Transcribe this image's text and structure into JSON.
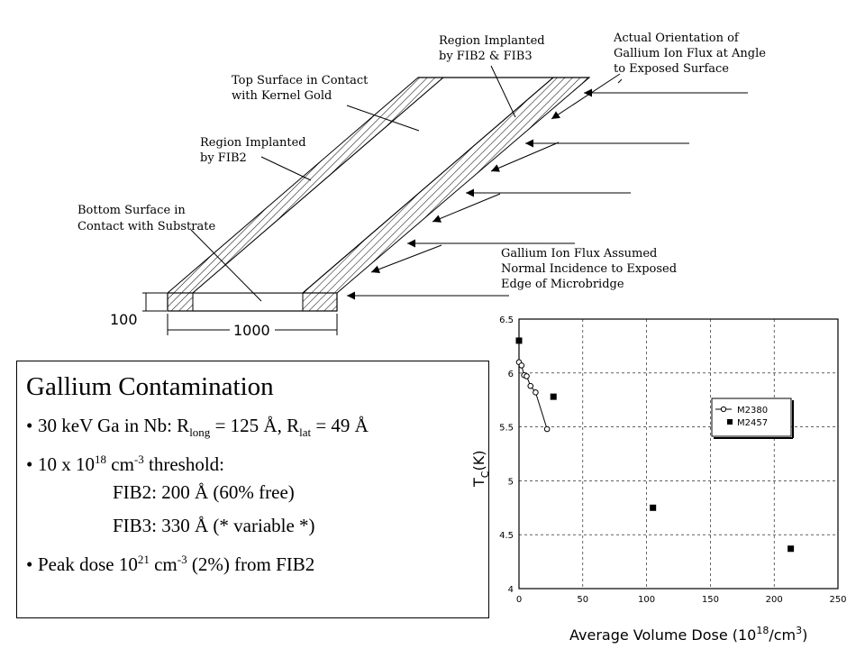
{
  "diagram": {
    "labels": {
      "region_fib2_fib3_l1": "Region Implanted",
      "region_fib2_fib3_l2": "by FIB2 & FIB3",
      "actual_orientation_l1": "Actual Orientation of",
      "actual_orientation_l2": "Gallium Ion Flux at Angle",
      "actual_orientation_l3": "to Exposed Surface",
      "top_surface_l1": "Top Surface in Contact",
      "top_surface_l2": "with Kernel Gold",
      "region_fib2_l1": "Region Implanted",
      "region_fib2_l2": "by FIB2",
      "bottom_surface_l1": "Bottom Surface in",
      "bottom_surface_l2": "Contact with Substrate",
      "normal_flux_l1": "Gallium Ion Flux Assumed",
      "normal_flux_l2": "Normal Incidence to Exposed",
      "normal_flux_l3": "Edge of Microbridge",
      "dim_height": "100",
      "dim_width": "1000"
    }
  },
  "infobox": {
    "title": "Gallium Contamination",
    "l1_pre": "30 keV Ga in Nb: R",
    "l1_sub1": "long",
    "l1_mid": " = 125 Å, R",
    "l1_sub2": "lat",
    "l1_post": " = 49 Å",
    "l2_pre": "10 x 10",
    "l2_sup1": "18",
    "l2_mid": " cm",
    "l2_sup2": "-3",
    "l2_post": " threshold:",
    "l3": "FIB2: 200 Å (60% free)",
    "l4": "FIB3: 330 Å (* variable *)",
    "l5_pre": "Peak dose 10",
    "l5_sup1": "21",
    "l5_mid": " cm",
    "l5_sup2": "-3",
    "l5_post": " (2%) from FIB2",
    "bullet": "•"
  },
  "chart_data": {
    "type": "scatter",
    "xlabel_main": "Average Volume Dose (10",
    "xlabel_sup": "18",
    "xlabel_end": "/cm",
    "xlabel_sup2": "3",
    "xlabel_close": ")",
    "ylabel_main": "T",
    "ylabel_sub": "C",
    "ylabel_unit": "(K)",
    "xlim": [
      0,
      250
    ],
    "ylim": [
      4,
      6.5
    ],
    "xticks": [
      "0",
      "50",
      "100",
      "150",
      "200",
      "250"
    ],
    "yticks": [
      "4",
      "4.5",
      "5",
      "5.5",
      "6",
      "6.5"
    ],
    "legend_position": "right",
    "series": [
      {
        "name": "M2380",
        "marker": "open-circle-line",
        "x": [
          0,
          2,
          4,
          6,
          9,
          13,
          22
        ],
        "y": [
          6.1,
          6.07,
          5.98,
          5.97,
          5.88,
          5.82,
          5.48
        ]
      },
      {
        "name": "M2457",
        "marker": "filled-square",
        "x": [
          0,
          27,
          105,
          213
        ],
        "y": [
          6.3,
          5.78,
          4.75,
          4.37
        ]
      }
    ]
  }
}
